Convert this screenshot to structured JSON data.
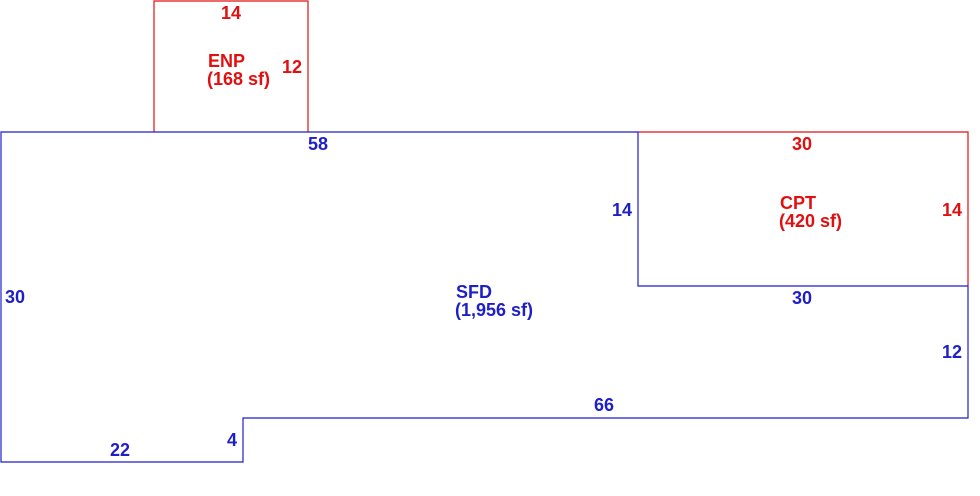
{
  "colors": {
    "main_outline": "#1f1fc8",
    "addition_outline": "#e01010",
    "background": "#ffffff"
  },
  "areas": {
    "sfd": {
      "name": "SFD",
      "area": "(1,956 sf)"
    },
    "enp": {
      "name": "ENP",
      "area": "(168 sf)"
    },
    "cpt": {
      "name": "CPT",
      "area": "(420 sf)"
    }
  },
  "dimensions": {
    "sfd_left": "30",
    "sfd_top": "58",
    "sfd_bottom_left": "22",
    "sfd_step": "4",
    "sfd_bottom_right": "66",
    "sfd_right": "12",
    "sfd_inner_vertical": "14",
    "sfd_inner_horizontal": "30",
    "enp_top": "14",
    "enp_right": "12",
    "cpt_top": "30",
    "cpt_right": "14"
  }
}
